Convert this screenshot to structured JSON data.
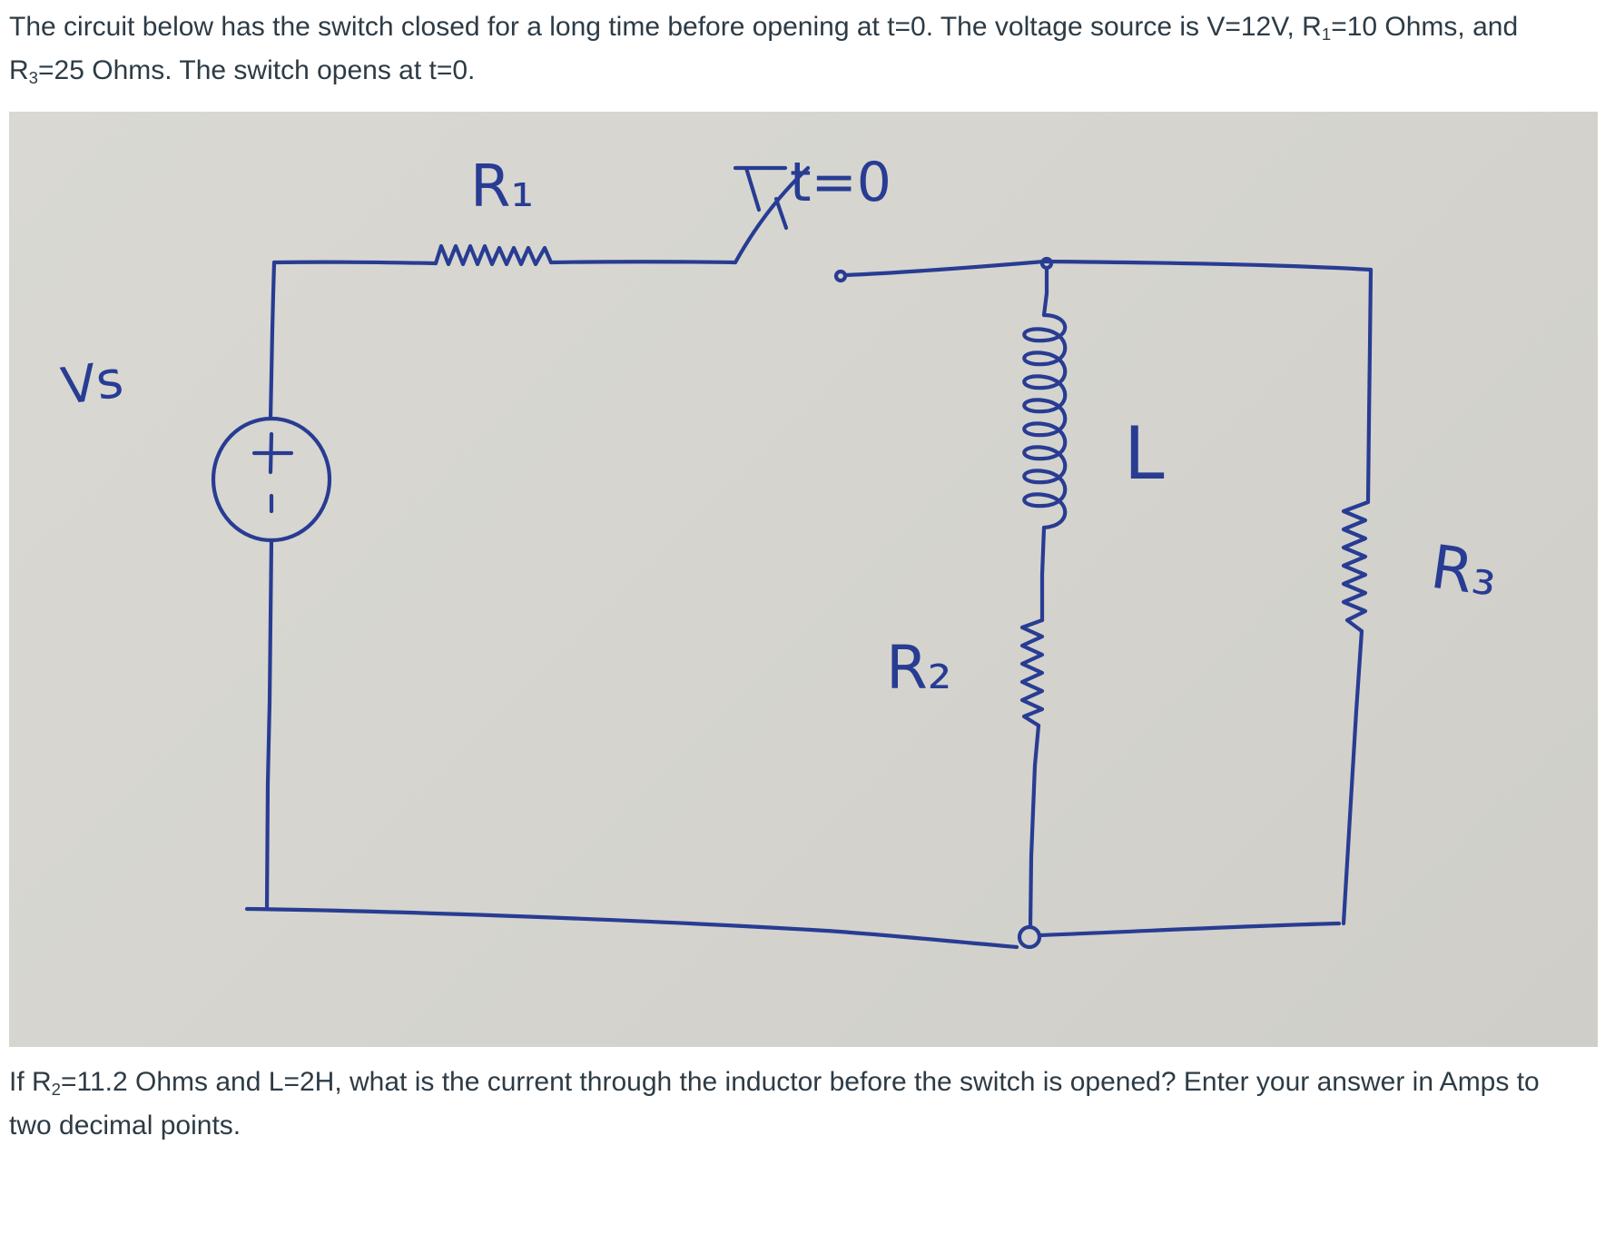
{
  "intro": {
    "t1": "The circuit below has the switch closed for a long time before opening at t=0. The voltage source is V=12V, R",
    "s1": "1",
    "t2": "=10 Ohms, and R",
    "s2": "3",
    "t3": "=25 Ohms. The switch opens at t=0."
  },
  "diagram": {
    "vs_label": "Vs",
    "plus_sign": "+",
    "minus_sign": "-",
    "r1_label": "R₁",
    "switch_label": "t=0",
    "l_label": "L",
    "r2_label": "R₂",
    "r3_label": "R₃",
    "ink_color": "#283c93",
    "paper_color": "#d6d5cf"
  },
  "question": {
    "t1": "If R",
    "s1": "2",
    "t2": "=11.2 Ohms and L=2H, what is the current through the inductor before the switch is opened? Enter your answer in Amps to two decimal points."
  }
}
